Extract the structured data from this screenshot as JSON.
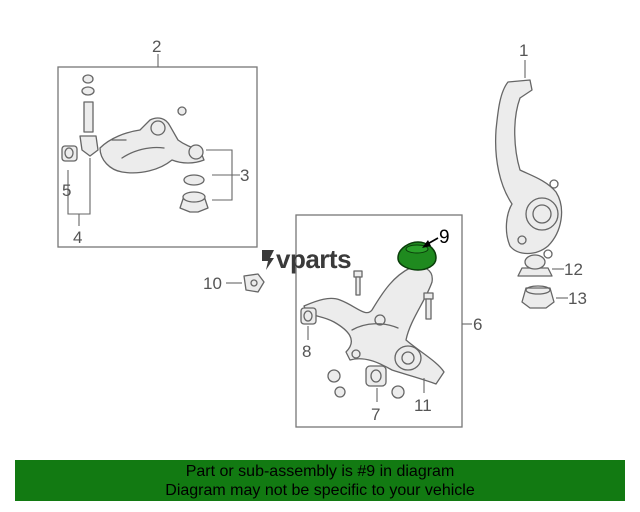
{
  "callouts": {
    "c1": "1",
    "c2": "2",
    "c3": "3",
    "c4": "4",
    "c5": "5",
    "c6": "6",
    "c7": "7",
    "c8": "8",
    "c9": "9",
    "c10": "10",
    "c11": "11",
    "c12": "12",
    "c13": "13"
  },
  "watermark": "vparts",
  "highlight_color": "#1f8a1f",
  "banner": {
    "line1": "Part or sub-assembly is #9 in diagram",
    "line2": "Diagram may not be specific to your vehicle",
    "color": "#127a12"
  }
}
